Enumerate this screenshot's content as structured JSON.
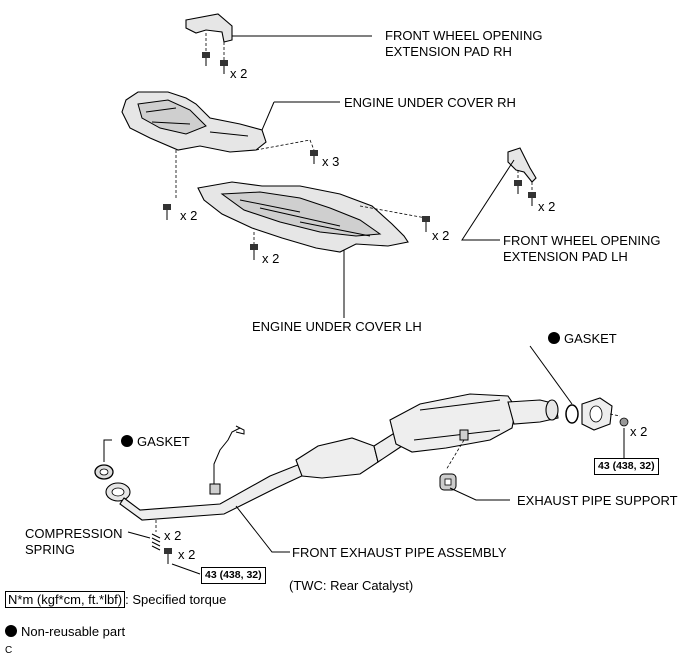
{
  "labels": {
    "pad_rh": [
      "FRONT WHEEL OPENING",
      "EXTENSION PAD RH"
    ],
    "cover_rh": "ENGINE UNDER COVER RH",
    "pad_lh": [
      "FRONT WHEEL OPENING",
      "EXTENSION PAD LH"
    ],
    "cover_lh": "ENGINE UNDER COVER LH",
    "gasket_rear": "GASKET",
    "gasket_front": "GASKET",
    "support": "EXHAUST PIPE SUPPORT",
    "spring": [
      "COMPRESSION",
      "SPRING"
    ],
    "pipe": "FRONT EXHAUST PIPE ASSEMBLY",
    "twc": "(TWC: Rear Catalyst)"
  },
  "quantities": {
    "pad_rh_bolts": "x 2",
    "cover_rh_bolts_mid": "x 3",
    "cover_rh_bolts_left": "x 2",
    "cover_lh_bolts_bottom": "x 2",
    "cover_lh_bolts_right": "x 2",
    "pad_lh_bolts": "x 2",
    "rear_nuts": "x 2",
    "springs": "x 2",
    "front_bolts": "x 2"
  },
  "torques": {
    "rear": "43 (438, 32)",
    "front": "43 (438, 32)"
  },
  "legend": {
    "torque_unit": "N*m (kgf*cm, ft.*lbf)",
    "torque_desc": ": Specified torque",
    "nonreusable": "Non-reusable part"
  },
  "corner_mark": "C"
}
